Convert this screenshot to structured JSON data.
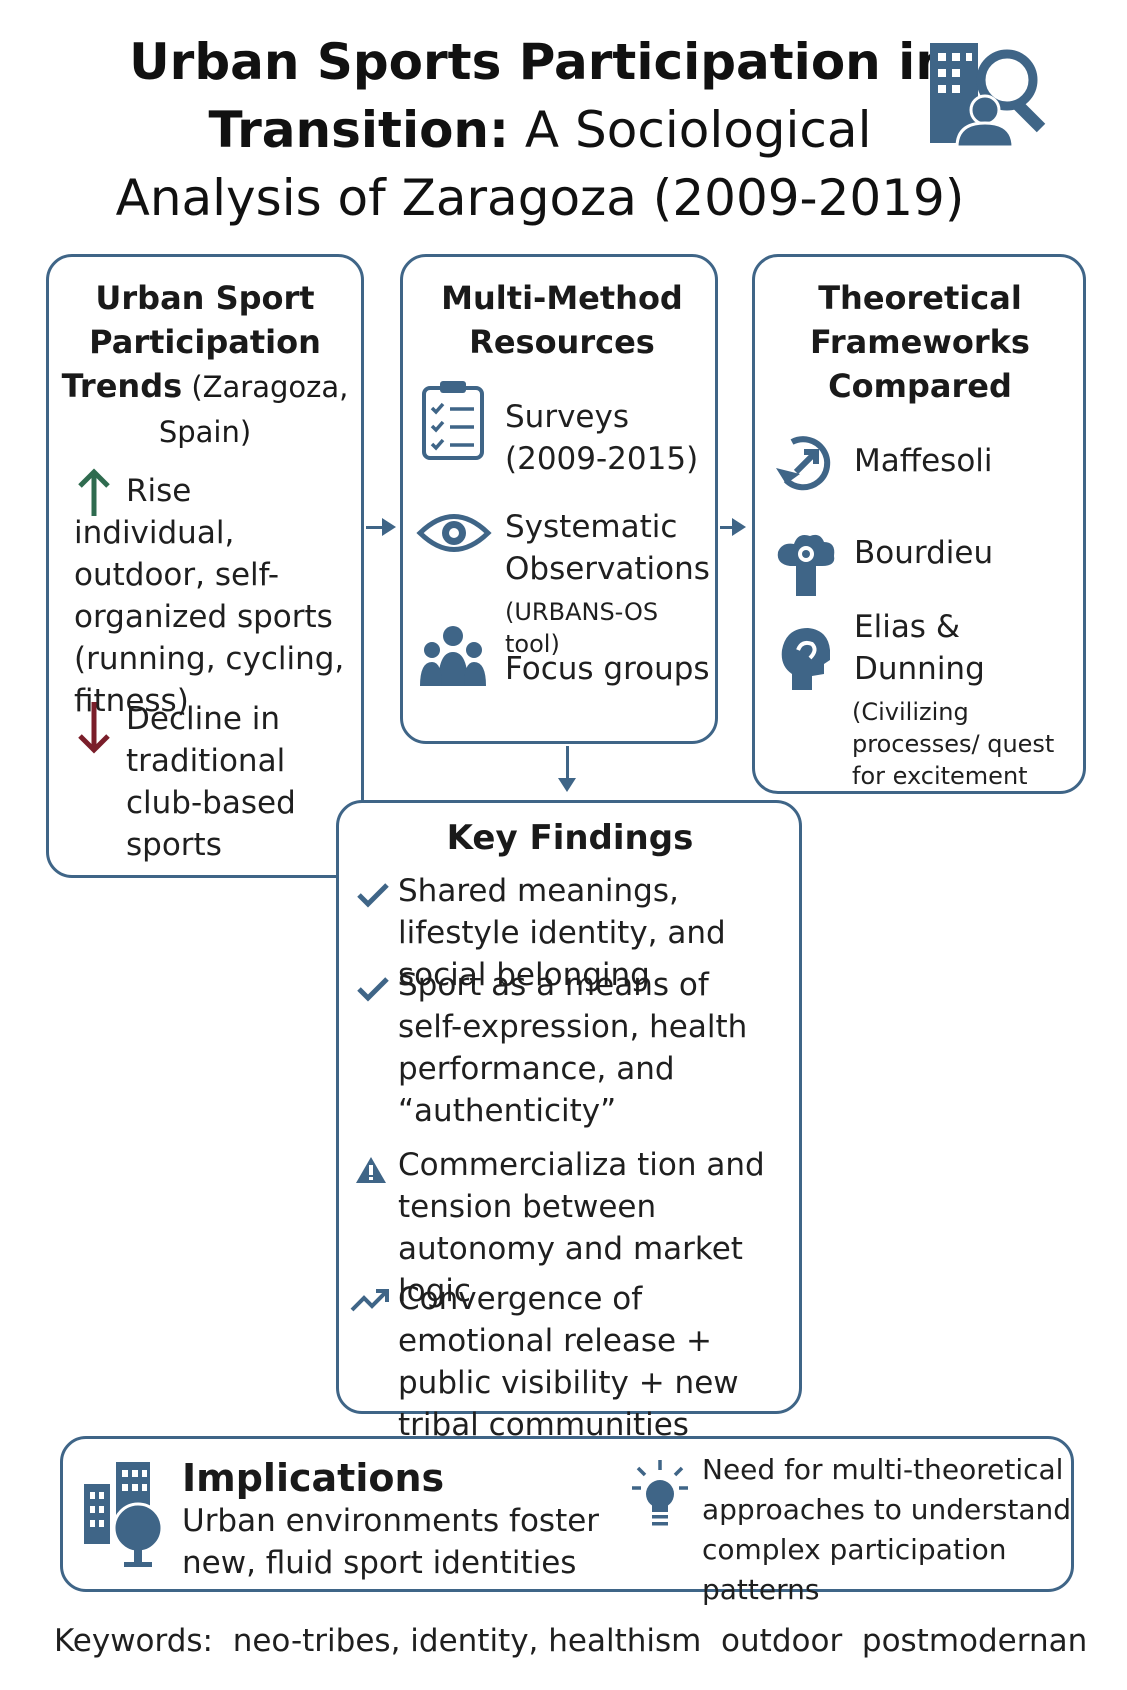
{
  "title": {
    "bold_line1": "Urban Sports Participation in",
    "bold_line2": "Transition:",
    "rest_line2": " A Sociological",
    "line3": "Analysis of Zaragoza (2009-2019)"
  },
  "trends": {
    "heading_bold": "Urban Sport Participation Trends",
    "heading_rest": " (Zaragoza, Spain)",
    "rise": "Rise individual, outdoor, self-organized sports (running, cycling, fitness)",
    "decline": "Decline in traditional club-based sports"
  },
  "methods": {
    "heading": "Multi-Method Resources",
    "surveys": "Surveys (2009-2015)",
    "observations": "Systematic Observations",
    "observations_tool": "(URBANS-OS tool)",
    "focus": "Focus groups"
  },
  "theory": {
    "heading": "Theoretical Frameworks Compared",
    "maffesoli": "Maffesoli",
    "bourdieu": "Bourdieu",
    "elias": "Elias & Dunning",
    "elias_note": "(Civilizing processes/ quest for excitement"
  },
  "findings": {
    "heading": "Key Findings",
    "items": [
      "Shared meanings, lifestyle identity, and social belonging",
      "Sport as a means of self-expression, health performance, and “authenticity”",
      "Commercializa tion and tension between autonomy and market logic",
      "Convergence of emotional release + public visibility + new tribal communities"
    ]
  },
  "implications": {
    "heading": "Implications",
    "text": "Urban environments foster new, fluid sport identities",
    "need": "Need for multi-theoretical approaches to understand complex participation patterns"
  },
  "keywords": "Keywords:  neo-tribes, identity, healthism  outdoor  postmodernan",
  "colors": {
    "accent": "#3f6587",
    "up_arrow": "#2f6b4f",
    "down_arrow": "#7a1e2a"
  },
  "icons": [
    "building-search-icon",
    "up-arrow-icon",
    "down-arrow-icon",
    "clipboard-icon",
    "eye-icon",
    "group-icon",
    "circular-arrow-icon",
    "brain-head-icon",
    "head-profile-icon",
    "check-icon",
    "warning-icon",
    "trend-icon",
    "city-tree-icon",
    "lightbulb-icon"
  ]
}
